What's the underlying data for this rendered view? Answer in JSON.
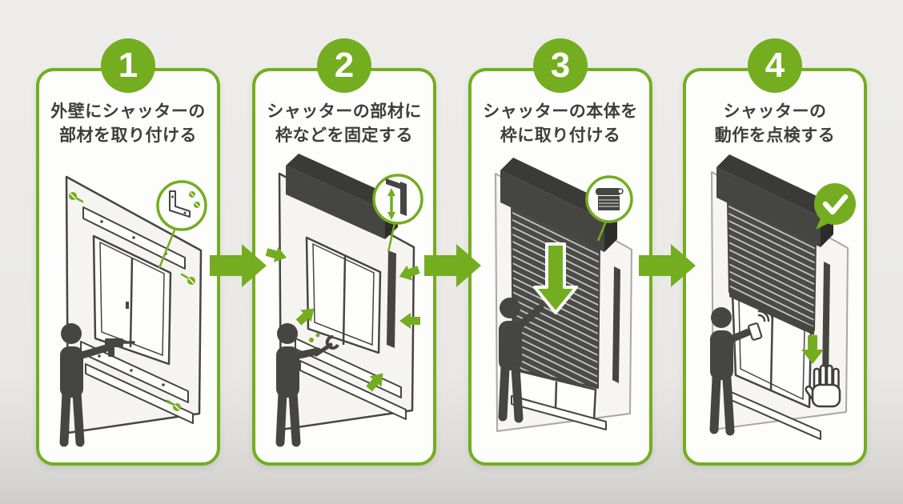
{
  "theme": {
    "green": "#74ad1f",
    "dark": "#454542",
    "wall": "#f5f4f1",
    "panel_bg": "#fdfdfc",
    "page_top": "#eeedea",
    "page_bottom": "#cfcecb",
    "title_color": "#3e3e3b"
  },
  "steps": [
    {
      "number": "1",
      "title_line1": "外壁にシャッターの",
      "title_line2": "部材を取り付ける"
    },
    {
      "number": "2",
      "title_line1": "シャッターの部材に",
      "title_line2": "枠などを固定する"
    },
    {
      "number": "3",
      "title_line1": "シャッターの本体を",
      "title_line2": "枠に取り付ける"
    },
    {
      "number": "4",
      "title_line1": "シャッターの",
      "title_line2": "動作を点検する",
      "ok_label": "OK"
    }
  ]
}
